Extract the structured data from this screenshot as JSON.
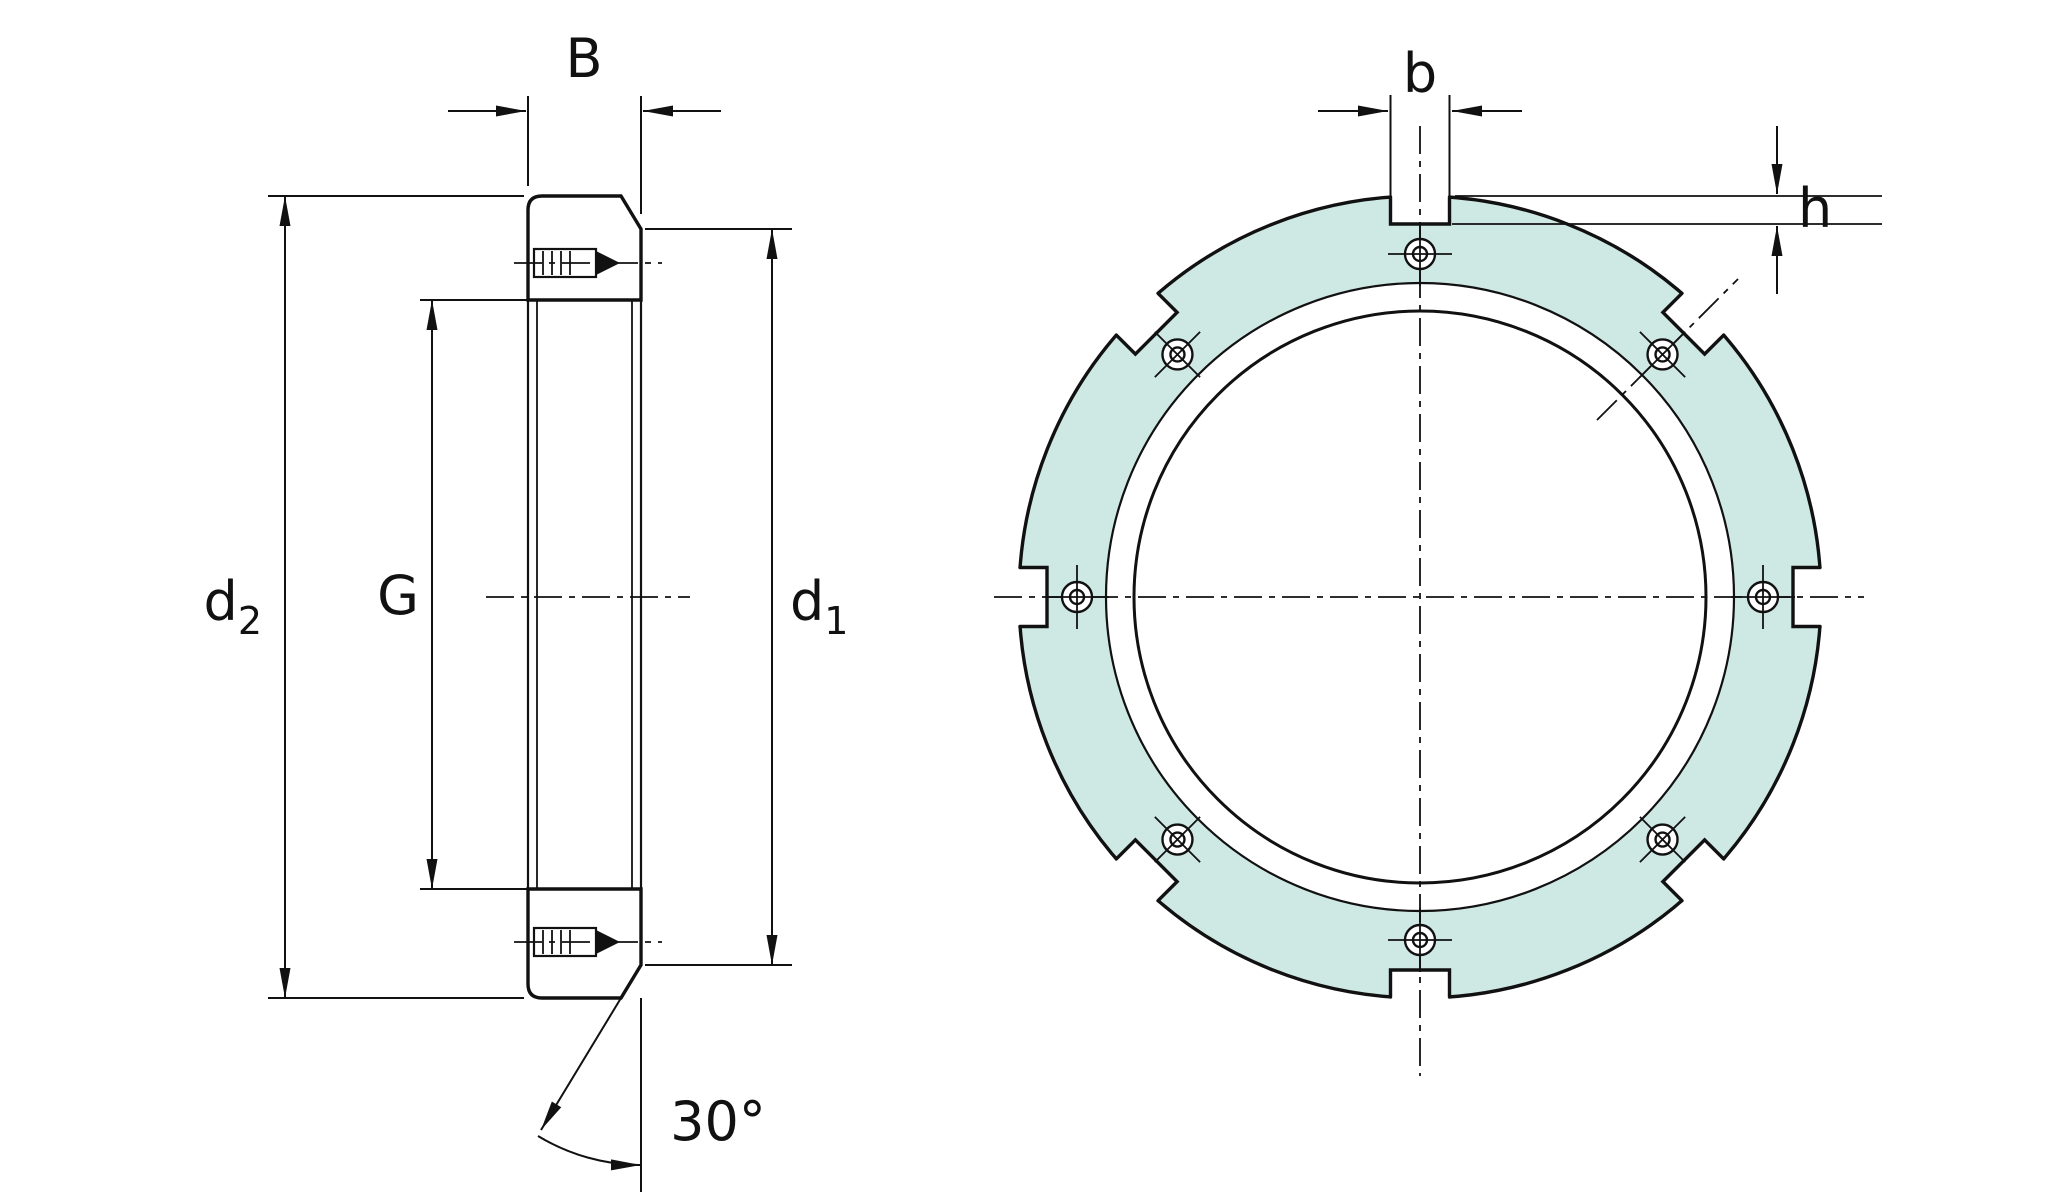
{
  "drawing": {
    "section_view": {
      "width_label": "B",
      "outer_diameter": {
        "base": "d",
        "sub": "2"
      },
      "thread_label": "G",
      "chamfer_diameter": {
        "base": "d",
        "sub": "1"
      },
      "chamfer_angle_label": "30°"
    },
    "front_view": {
      "slot_width_label": "b",
      "slot_depth_label": "h"
    },
    "colors": {
      "body_fill": "#cee8e4",
      "thread_fill": "#e9e9e9",
      "line": "#111111"
    }
  }
}
